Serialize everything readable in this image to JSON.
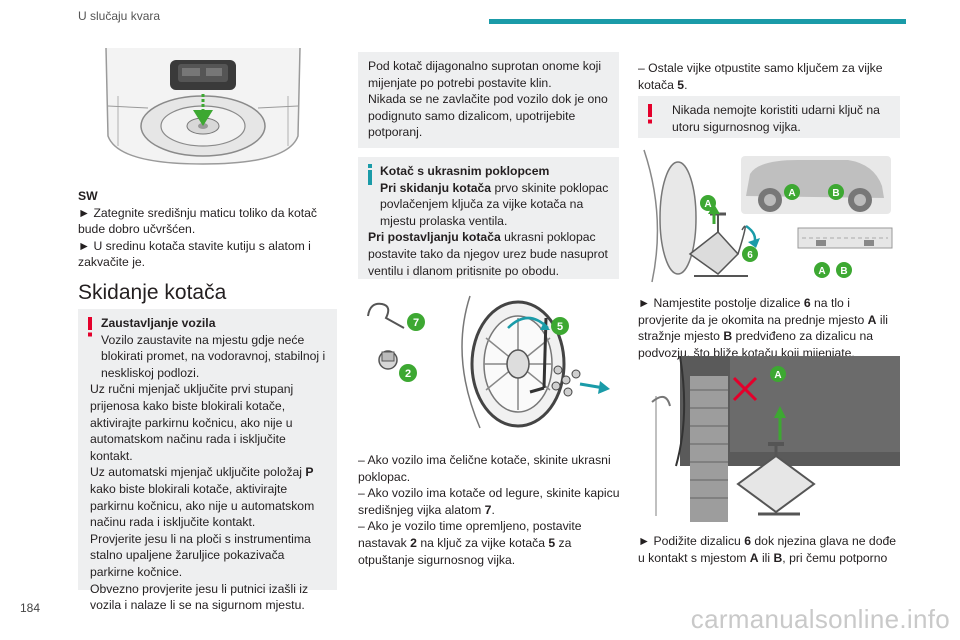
{
  "header": {
    "section": "U slučaju kvara",
    "accent_color": "#1a9ba8"
  },
  "page_number": "184",
  "watermark": "carmanualsonline.info",
  "col1": {
    "sw_label": "SW",
    "sw_l1": "► Zategnite središnju maticu toliko da kotač bude dobro učvršćen.",
    "sw_l2": "► U sredinu kotača stavite kutiju s alatom i zakvačite je.",
    "heading": "Skidanje kotača",
    "warn_title": "Zaustavljanje vozila",
    "warn_lines": [
      "Vozilo zaustavite na mjestu gdje neće blokirati promet, na vodoravnoj, stabilnoj i neskliskoj podlozi.",
      "Uz ručni mjenjač uključite prvi stupanj prijenosa kako biste blokirali kotače, aktivirajte parkirnu kočnicu, ako nije u automatskom načinu rada i isključite kontakt.",
      "Uz automatski mjenjač uključite položaj ",
      "P",
      " kako biste blokirali kotače, aktivirajte parkirnu kočnicu, ako nije u automatskom načinu rada i isključite kontakt.",
      "Provjerite jesu li na ploči s instrumentima stalno upaljene žaruljice pokazivača parkirne kočnice.",
      "Obvezno provjerite jesu li putnici izašli iz vozila i nalaze li se na sigurnom mjestu."
    ]
  },
  "col2": {
    "box1_lines": [
      "Pod kotač dijagonalno suprotan onome koji mijenjate po potrebi postavite klin.",
      "Nikada se ne zavlačite pod vozilo dok je ono podignuto samo dizalicom, upotrijebite potporanj."
    ],
    "info_title": "Kotač s ukrasnim poklopcem",
    "info_b1": "Pri skidanju kotača",
    "info_t1": " prvo skinite poklopac povlačenjem ključa za vijke kotača na mjestu prolaska ventila.",
    "info_b2": "Pri postavljanju kotača",
    "info_t2": " ukrasni poklopac postavite tako da njegov urez bude nasuprot ventilu i dlanom pritisnite po obodu.",
    "img_labels": [
      "7",
      "5",
      "2"
    ],
    "p1": "– Ako vozilo ima čelične kotače, skinite ukrasni poklopac.",
    "p2a": "– Ako vozilo ima kotače od legure, skinite kapicu središnjeg vijka alatom ",
    "p2b": "7",
    "p2c": ".",
    "p3a": "– Ako je vozilo time opremljeno, postavite nastavak ",
    "p3b": "2",
    "p3c": " na ključ za vijke kotača ",
    "p3d": "5",
    "p3e": " za otpuštanje sigurnosnog vijka."
  },
  "col3": {
    "p1a": "– Ostale vijke otpustite samo ključem za vijke kotača ",
    "p1b": "5",
    "p1c": ".",
    "warn2": "Nikada nemojte koristiti udarni ključ na utoru sigurnosnog vijka.",
    "img1_labels": [
      "A",
      "B",
      "A",
      "6",
      "A",
      "B"
    ],
    "p2a": "► Namjestite postolje dizalice ",
    "p2b": "6",
    "p2c": " na tlo i provjerite da je okomita na prednje mjesto ",
    "p2d": "A",
    "p2e": " ili stražnje mjesto ",
    "p2f": "B",
    "p2g": " predviđeno za dizalicu na podvozju, što bliže kotaču koji mijenjate.",
    "img2_label": "A",
    "p3a": "► Podižite dizalicu ",
    "p3b": "6",
    "p3c": " dok njezina glava ne dođe u kontakt s mjestom ",
    "p3d": "A",
    "p3e": " ili ",
    "p3f": "B",
    "p3g": ", pri čemu potporno"
  }
}
